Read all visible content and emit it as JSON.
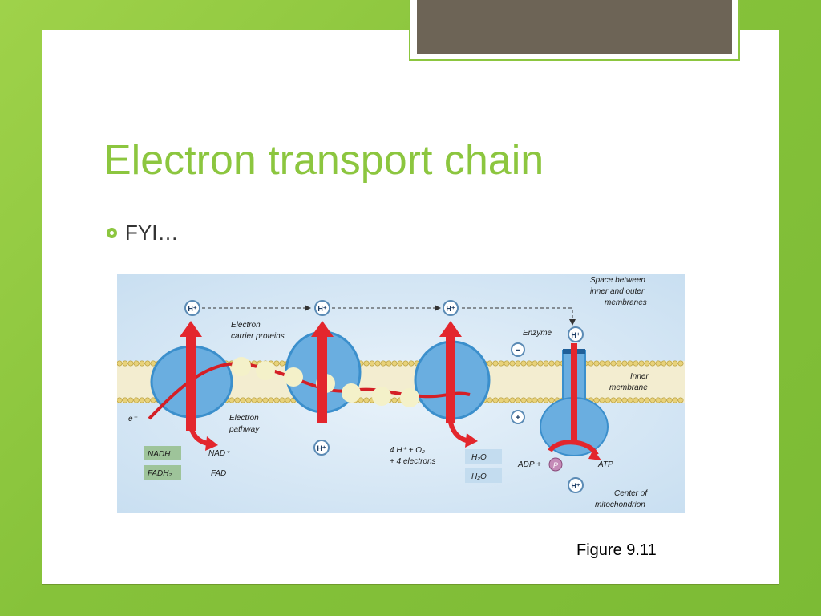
{
  "slide": {
    "title": "Electron transport chain",
    "bullet": "FYI…",
    "caption": "Figure 9.11"
  },
  "diagram": {
    "labels": {
      "space_1": "Space between",
      "space_2": "inner and outer",
      "space_3": "membranes",
      "carrier_1": "Electron",
      "carrier_2": "carrier proteins",
      "enzyme": "Enzyme",
      "inner_1": "Inner",
      "inner_2": "membrane",
      "pathway_1": "Electron",
      "pathway_2": "pathway",
      "electron": "e⁻",
      "nadh": "NADH",
      "fadh2": "FADH₂",
      "nad": "NAD⁺",
      "fad": "FAD",
      "reaction_1": "4 H⁺ + O₂",
      "reaction_2": "+ 4 electrons",
      "water_1": "H₂O",
      "water_2": "H₂O",
      "adp": "ADP +",
      "phosphate": "P",
      "atp": "ATP",
      "center_1": "Center of",
      "center_2": "mitochondrion",
      "proton": "H⁺",
      "minus": "−",
      "plus": "+"
    },
    "colors": {
      "background": "#dbeaf6",
      "protein": "#6aaee0",
      "protein_edge": "#3b8fcc",
      "arrow": "#e3262d",
      "lipid_head": "#e8d27a",
      "carrier": "#f4f1c9",
      "nadh_box": "#9ec49a",
      "water_box": "#c3dcef"
    }
  }
}
